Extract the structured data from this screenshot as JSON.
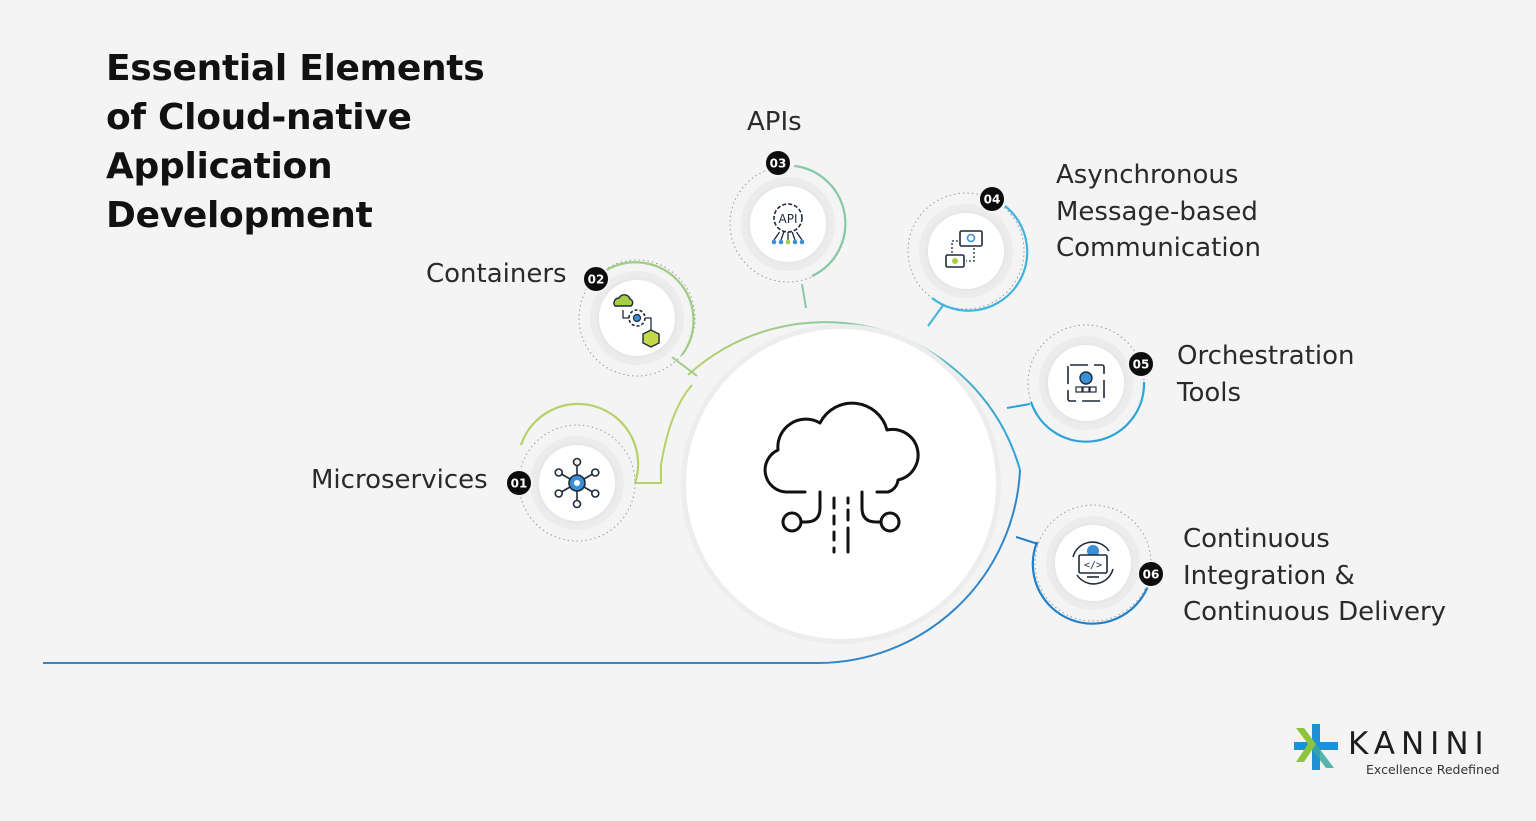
{
  "title": {
    "lines": [
      "Essential Elements",
      "of Cloud-native",
      "Application",
      "Development"
    ]
  },
  "center": {
    "icon": "cloud-network-icon"
  },
  "items": [
    {
      "number": "01",
      "lines": [
        "Microservices"
      ],
      "icon": "microservices-hub-icon",
      "color": "#b5d16a"
    },
    {
      "number": "02",
      "lines": [
        "Containers"
      ],
      "icon": "container-gear-box-icon",
      "color": "#9fcc85"
    },
    {
      "number": "03",
      "lines": [
        "APIs"
      ],
      "icon": "api-gear-icon",
      "color": "#86c9a6"
    },
    {
      "number": "04",
      "lines": [
        "Asynchronous",
        "Message-based",
        "Communication"
      ],
      "icon": "message-exchange-icon",
      "color": "#3fb5dd"
    },
    {
      "number": "05",
      "lines": [
        "Orchestration",
        "Tools"
      ],
      "icon": "orchestration-cycle-icon",
      "color": "#2aa3d9"
    },
    {
      "number": "06",
      "lines": [
        "Continuous",
        "Integration &",
        "Continuous Delivery"
      ],
      "icon": "code-monitor-cycle-icon",
      "color": "#1f7fc9"
    }
  ],
  "logo": {
    "word": "KANINI",
    "tagline": "Excellence Redefined"
  }
}
